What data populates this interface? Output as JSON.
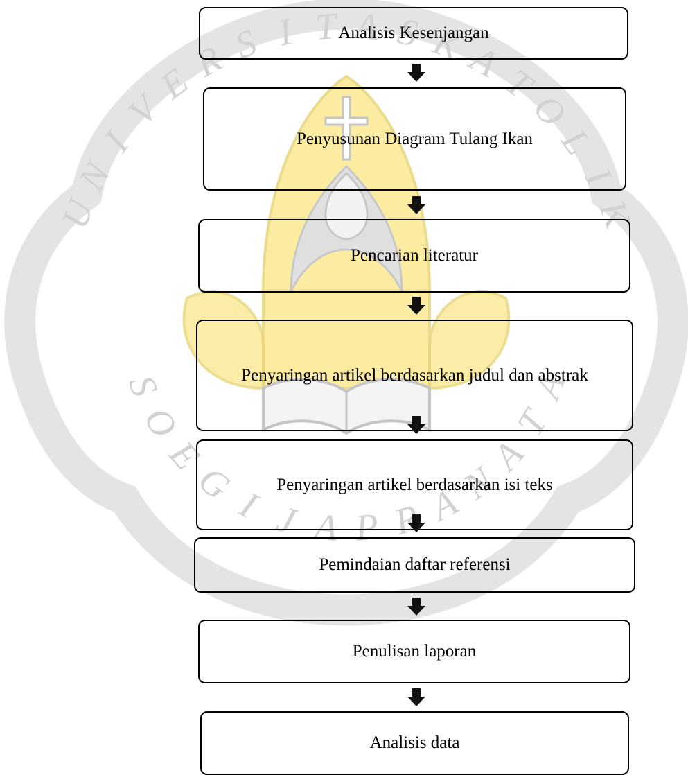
{
  "watermark": {
    "name": "Universitas Katolik Soegijapranata seal",
    "letters": [
      "U",
      "N",
      "I",
      "V",
      "E",
      "R",
      "S",
      "I",
      "T",
      "A",
      "S",
      "K",
      "A",
      "T",
      "O",
      "L",
      "I",
      "K"
    ],
    "lower_text": "SOEGIJAPRANATA",
    "colors": {
      "gold": "#fbe992",
      "gray": "#d7d7d7",
      "outline": "#c5c5c5"
    }
  },
  "steps": [
    {
      "id": "analisis-kesenjangan",
      "label": "Analisis Kesenjangan"
    },
    {
      "id": "penyusunan-diagram",
      "label": "Penyusunan Diagram Tulang Ikan"
    },
    {
      "id": "pencarian-literatur",
      "label": "Pencarian literatur"
    },
    {
      "id": "penyaringan-judul-abstrak",
      "label": "Penyaringan artikel berdasarkan judul dan abstrak"
    },
    {
      "id": "penyaringan-isi-teks",
      "label": "Penyaringan artikel berdasarkan isi teks"
    },
    {
      "id": "pemindaian-referensi",
      "label": "Pemindaian daftar referensi"
    },
    {
      "id": "penulisan-laporan",
      "label": "Penulisan laporan"
    },
    {
      "id": "analisis-data",
      "label": "Analisis data"
    }
  ]
}
